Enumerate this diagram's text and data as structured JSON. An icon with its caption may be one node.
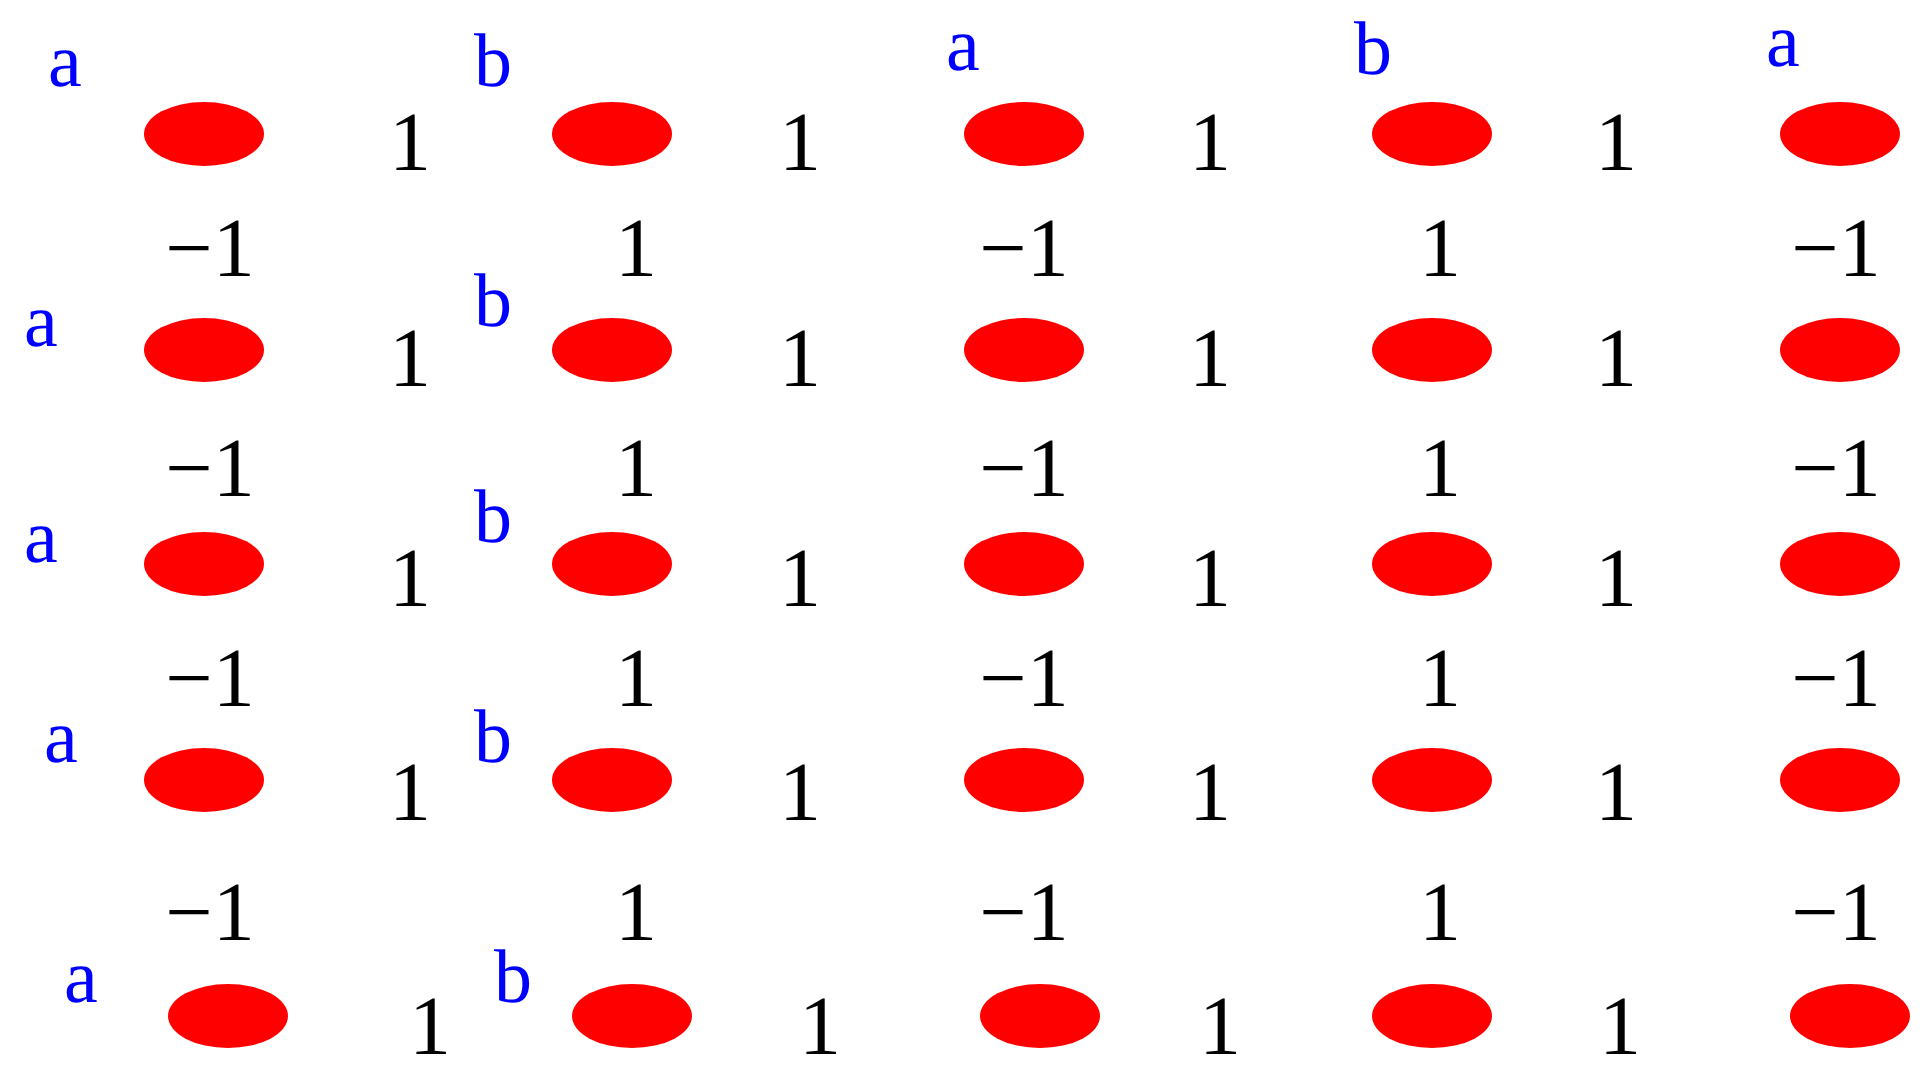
{
  "diagram": {
    "nodes": [
      {
        "text": [],
        "shape": "circle",
        "beside": [
          "a"
        ]
      },
      {
        "text": [],
        "shape": "circle",
        "beside": [
          "b"
        ]
      },
      {
        "text": [],
        "shape": "circle",
        "beside": [
          "a"
        ]
      },
      {
        "text": [],
        "shape": "circle",
        "beside": [
          "b"
        ]
      },
      {
        "text": [],
        "shape": "circle",
        "beside": [
          "a"
        ]
      },
      {
        "text": [],
        "shape": "circle",
        "beside": [
          "a"
        ]
      },
      {
        "text": [],
        "shape": "circle",
        "beside": [
          "b"
        ]
      },
      {
        "text": [],
        "shape": "circle"
      },
      {
        "text": [],
        "shape": "circle"
      },
      {
        "text": [],
        "shape": "circle"
      },
      {
        "text": [],
        "shape": "circle",
        "beside": [
          "a"
        ]
      },
      {
        "text": [],
        "shape": "circle",
        "beside": [
          "b"
        ]
      },
      {
        "text": [],
        "shape": "circle"
      },
      {
        "text": [],
        "shape": "circle"
      },
      {
        "text": [],
        "shape": "circle"
      },
      {
        "text": [],
        "shape": "circle",
        "beside": [
          "a"
        ]
      },
      {
        "text": [],
        "shape": "circle",
        "beside": [
          "b"
        ]
      },
      {
        "text": [],
        "shape": "circle"
      },
      {
        "text": [],
        "shape": "circle"
      },
      {
        "text": [],
        "shape": "circle"
      },
      {
        "text": [],
        "shape": "circle",
        "beside": [
          "a"
        ]
      },
      {
        "text": [],
        "shape": "circle",
        "beside": [
          "b"
        ]
      },
      {
        "text": [],
        "shape": "circle"
      },
      {
        "text": [],
        "shape": "circle"
      },
      {
        "text": [],
        "shape": "circle"
      }
    ],
    "labels": [
      "1",
      "1",
      "1",
      "1",
      "−1",
      "1",
      "−1",
      "1",
      "−1",
      "1",
      "1",
      "1",
      "1",
      "−1",
      "1",
      "−1",
      "1",
      "−1",
      "1",
      "1",
      "1",
      "1",
      "−1",
      "1",
      "−1",
      "1",
      "−1",
      "1",
      "1",
      "1",
      "1",
      "−1",
      "1",
      "−1",
      "1",
      "−1",
      "1",
      "1",
      "1",
      "1"
    ]
  }
}
